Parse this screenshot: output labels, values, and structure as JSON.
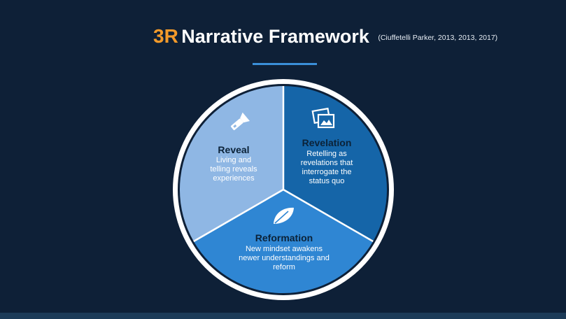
{
  "header": {
    "title_accent": "3R",
    "title_main": "Narrative Framework",
    "citation": "(Ciuffetelli Parker, 2013, 2013, 2017)"
  },
  "segments": [
    {
      "id": "reveal",
      "title": "Reveal",
      "lines": [
        "Living and",
        "telling reveals",
        "experiences"
      ],
      "icon": "flashlight-icon",
      "color": "#8fb7e4"
    },
    {
      "id": "revelation",
      "title": "Revelation",
      "lines": [
        "Retelling as",
        "revelations that",
        "interrogate the",
        "status quo"
      ],
      "icon": "pictures-icon",
      "color": "#1565a8"
    },
    {
      "id": "reformation",
      "title": "Reformation",
      "lines": [
        "New mindset awakens",
        "newer understandings and",
        "reform"
      ],
      "icon": "leaf-icon",
      "color": "#2f86d3"
    }
  ],
  "colors": {
    "background": "#0e2037",
    "accent": "#f39a2a",
    "divider": "#3a8fd8",
    "ring": "#ffffff"
  }
}
